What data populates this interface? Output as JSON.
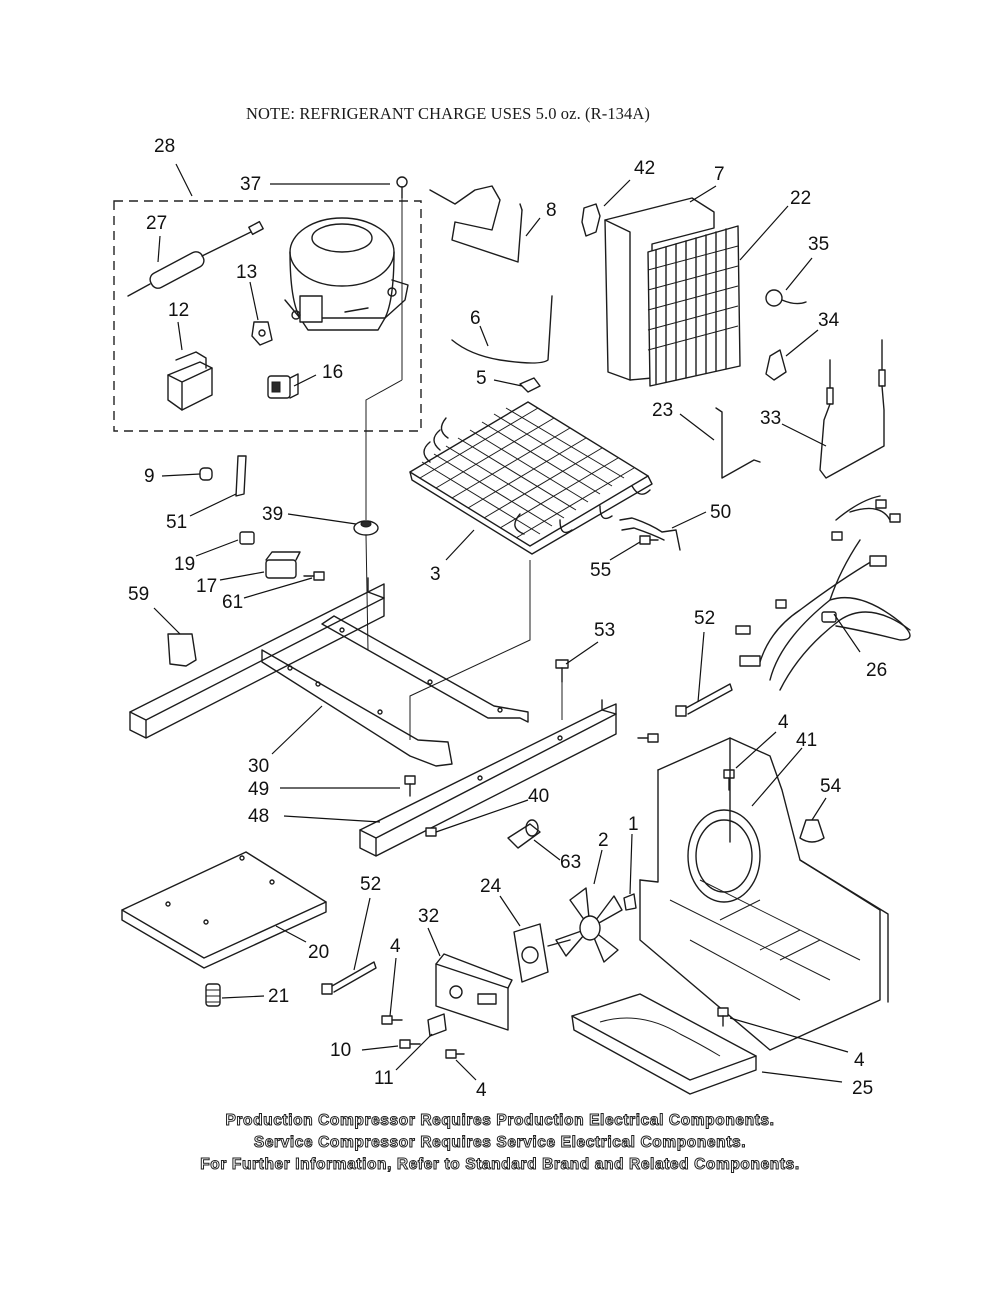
{
  "note": "NOTE: REFRIGERANT CHARGE USES 5.0 oz. (R-134A)",
  "callouts": {
    "c28": "28",
    "c37": "37",
    "c27": "27",
    "c13": "13",
    "c12": "12",
    "c16": "16",
    "c42": "42",
    "c7": "7",
    "c8": "8",
    "c22": "22",
    "c35": "35",
    "c34": "34",
    "c6": "6",
    "c5": "5",
    "c23": "23",
    "c33": "33",
    "c9": "9",
    "c51": "51",
    "c39": "39",
    "c3": "3",
    "c50": "50",
    "c55": "55",
    "c19": "19",
    "c17": "17",
    "c61": "61",
    "c59": "59",
    "c53": "53",
    "c52a": "52",
    "c26": "26",
    "c30": "30",
    "c49": "49",
    "c48": "48",
    "c40": "40",
    "c4a": "4",
    "c41": "41",
    "c54": "54",
    "c63": "63",
    "c2": "2",
    "c1": "1",
    "c20": "20",
    "c52b": "52",
    "c32": "32",
    "c24": "24",
    "c21": "21",
    "c4b": "4",
    "c10": "10",
    "c11": "11",
    "c4c": "4",
    "c4d": "4",
    "c25": "25"
  },
  "footer": {
    "line1": "Production Compressor Requires Production Electrical Components.",
    "line2": "Service Compressor Requires Service Electrical Components.",
    "line3": "For Further Information, Refer to Standard Brand and Related Components."
  }
}
